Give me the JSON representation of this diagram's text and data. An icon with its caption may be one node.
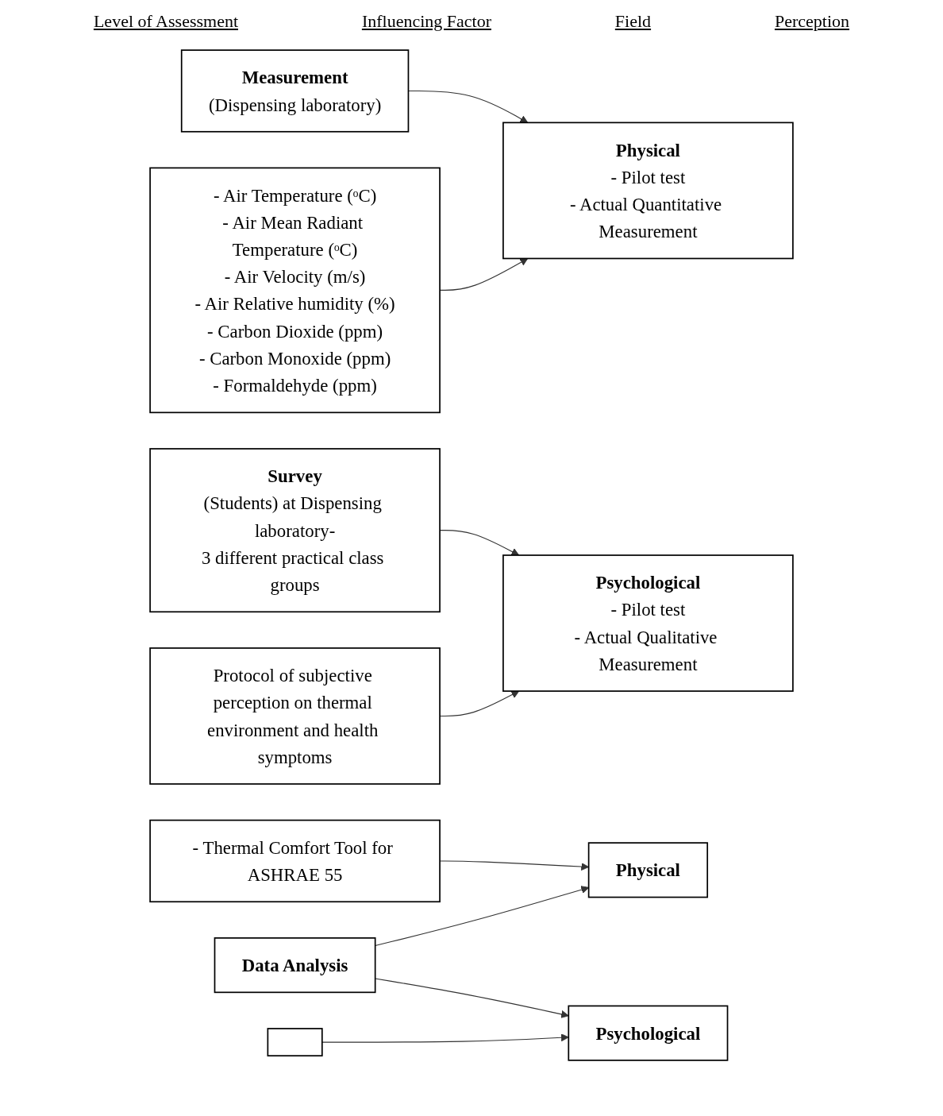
{
  "diagram": {
    "nodes": [
      {
        "text": [
          "Measurement",
          "(Dispensing laboratory)"
        ]
      },
      {
        "text": [
          "Physical",
          "- Pilot test",
          "- Actual Quantitative Measurement"
        ]
      },
      {
        "text": [
          "- Air Temperature (ᵒC)",
          "- Air Mean Radiant Temperature (ᵒC)",
          "- Air Velocity (m/s)",
          "- Air Relative humidity (%)",
          "- Carbon Dioxide (ppm)",
          "- Carbon Monoxide (ppm)",
          "- Formaldehyde (ppm)"
        ]
      },
      {
        "text": [
          "Survey",
          "(Students) at Dispensing laboratory-",
          "3 different practical class groups"
        ]
      },
      {
        "text": [
          "Psychological",
          "- Pilot test",
          "- Actual Qualitative Measurement"
        ]
      },
      {
        "text": [
          "Protocol of subjective perception on thermal environment and health symptoms"
        ]
      },
      {
        "text": [
          "Data Analysis"
        ]
      },
      {
        "text": [
          "Physical"
        ]
      },
      {
        "text": [
          "- Thermal Comfort Tool for ASHRAE 55"
        ]
      },
      {
        "text": [
          "Psychological"
        ]
      },
      {
        "text": [],
        "shape": "box"
      }
    ],
    "edges": [
      {
        "from": 0,
        "to": 1,
        "arrow": "to"
      },
      {
        "from": 2,
        "to": 1,
        "arrow": "to"
      },
      {
        "from": 3,
        "to": 4,
        "arrow": "to"
      },
      {
        "from": 5,
        "to": 4,
        "arrow": "to"
      },
      {
        "from": 6,
        "to": 7,
        "arrow": "to"
      },
      {
        "from": 8,
        "to": 7,
        "arrow": "to"
      },
      {
        "from": 6,
        "to": 9,
        "arrow": "to"
      },
      {
        "from": 10,
        "to": 9,
        "arrow": "to"
      }
    ],
    "labels": [
      "Level of Assessment",
      "Influencing Factor",
      "Field",
      "Perception"
    ]
  }
}
